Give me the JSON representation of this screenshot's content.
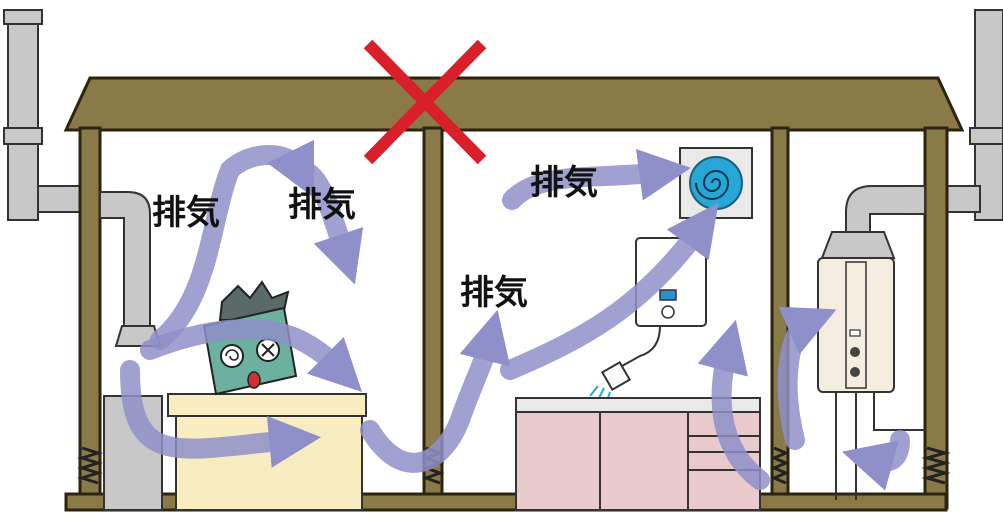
{
  "labels": {
    "exhaust_1": "排気",
    "exhaust_2": "排気",
    "exhaust_3": "排気",
    "exhaust_4": "排気"
  },
  "colors": {
    "roof": "#8a7a47",
    "wall": "#8a7a47",
    "outline": "#2a2410",
    "flue_pipe": "#c8c8c8",
    "airflow_arrow": "#8f8fc9",
    "forbidden_mark": "#d8202a",
    "bathtub": "#f7edc0",
    "kitchen_cabinet": "#e8c9cc",
    "water_heater": "#f4ede0",
    "fan_blade": "#29a6d8"
  },
  "icons": {
    "forbidden": "red-x-mark",
    "fan": "ventilation-fan-icon",
    "person": "dizzy-person-icon"
  }
}
